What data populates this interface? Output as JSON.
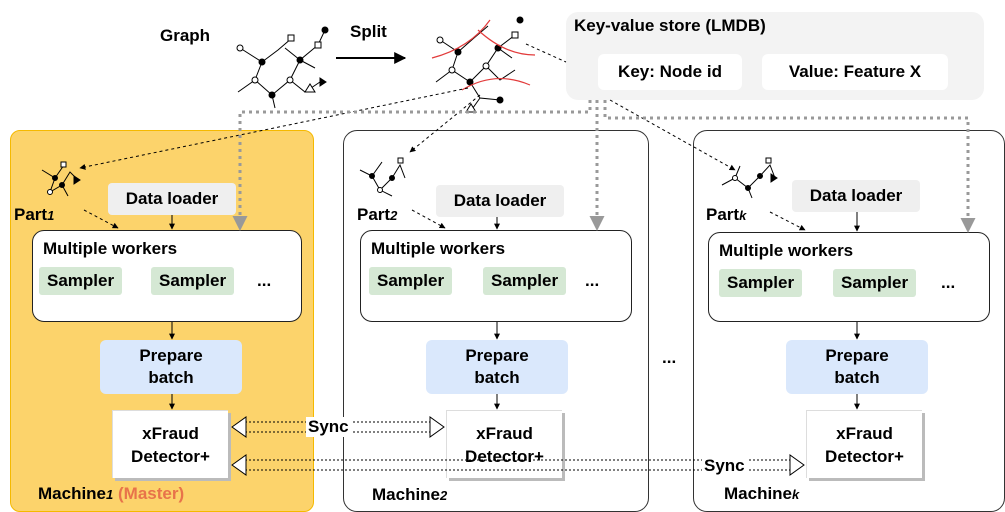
{
  "top": {
    "graph_label": "Graph",
    "split_label": "Split"
  },
  "kv_store": {
    "title": "Key-value store (LMDB)",
    "key": "Key: Node id",
    "value": "Value: Feature X"
  },
  "machines": [
    {
      "part": "Part",
      "part_sub": "1",
      "loader": "Data loader",
      "workers_title": "Multiple workers",
      "sampler1": "Sampler",
      "sampler2": "Sampler",
      "more": "...",
      "prepare1": "Prepare",
      "prepare2": "batch",
      "detector1": "xFraud",
      "detector2": "Detector+",
      "name": "Machine",
      "name_sub": "1",
      "role": "(Master)"
    },
    {
      "part": "Part",
      "part_sub": "2",
      "loader": "Data loader",
      "workers_title": "Multiple workers",
      "sampler1": "Sampler",
      "sampler2": "Sampler",
      "more": "...",
      "prepare1": "Prepare",
      "prepare2": "batch",
      "detector1": "xFraud",
      "detector2": "Detector+",
      "name": "Machine",
      "name_sub": "2"
    },
    {
      "part": "Part",
      "part_sub": "k",
      "loader": "Data loader",
      "workers_title": "Multiple workers",
      "sampler1": "Sampler",
      "sampler2": "Sampler",
      "more": "...",
      "prepare1": "Prepare",
      "prepare2": "batch",
      "detector1": "xFraud",
      "detector2": "Detector+",
      "name": "Machine",
      "name_sub": "k"
    }
  ],
  "between_dots": "...",
  "sync1": "Sync",
  "sync2": "Sync",
  "colors": {
    "master_bg": "#fcd36b",
    "master_text": "#e8734a",
    "loader_bg": "#efefef",
    "sampler_bg": "#d5e8d4",
    "prepare_bg": "#dae8fc",
    "kv_bg": "#f3f3f3",
    "split_line": "#e23b3b"
  }
}
